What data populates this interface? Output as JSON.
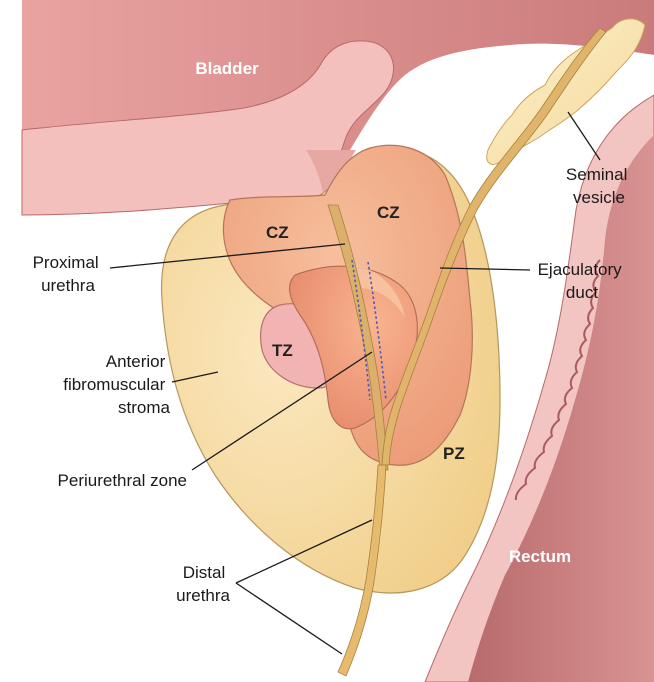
{
  "organs": {
    "bladder": "Bladder",
    "rectum": "Rectum"
  },
  "zones": {
    "cz_left": "CZ",
    "cz_right": "CZ",
    "tz": "TZ",
    "pz": "PZ"
  },
  "labels": {
    "seminal_vesicle": [
      "Seminal",
      "vesicle"
    ],
    "proximal_urethra": [
      "Proximal",
      "urethra"
    ],
    "ejaculatory_duct": [
      "Ejaculatory",
      "duct"
    ],
    "anterior_stroma": [
      "Anterior",
      "fibromuscular",
      "stroma"
    ],
    "periurethral_zone": [
      "Periurethral zone"
    ],
    "distal_urethra": [
      "Distal",
      "urethra"
    ]
  },
  "colors": {
    "bladder_outer": "#d88e8e",
    "bladder_wall": "#f3c0bd",
    "rectum_outer": "#c87878",
    "rectum_wall": "#f2c4c2",
    "stroma": "#f7dca2",
    "central_zone": "#f1a983",
    "transition_zone": "#f2b3b3",
    "seminal_vesicle": "#fbeab8",
    "urethra": "#dcb06a"
  }
}
